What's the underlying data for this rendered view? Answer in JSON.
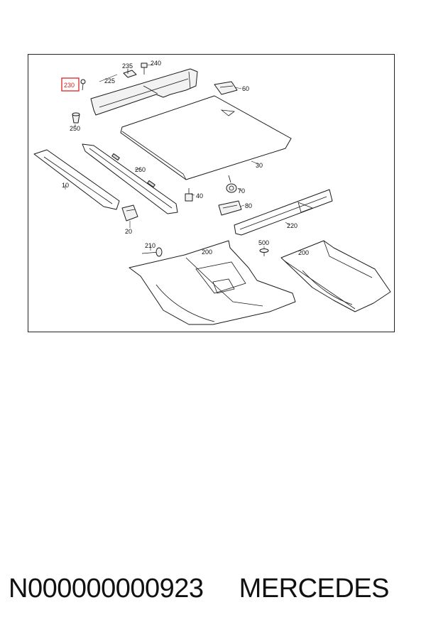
{
  "diagram": {
    "callouts": {
      "c230": "230",
      "c225": "225",
      "c235": "235",
      "c240": "240",
      "c60": "60",
      "c250": "250",
      "c30": "30",
      "c10": "10",
      "c260": "260",
      "c70": "70",
      "c40": "40",
      "c80": "80",
      "c20": "20",
      "c220": "220",
      "c210": "210",
      "c200a": "200",
      "c500": "500",
      "c200b": "200"
    },
    "highlighted_callout": "230",
    "highlight_color": "#dd3333"
  },
  "footer": {
    "part_number": "N000000000923",
    "brand": "MERCEDES"
  }
}
